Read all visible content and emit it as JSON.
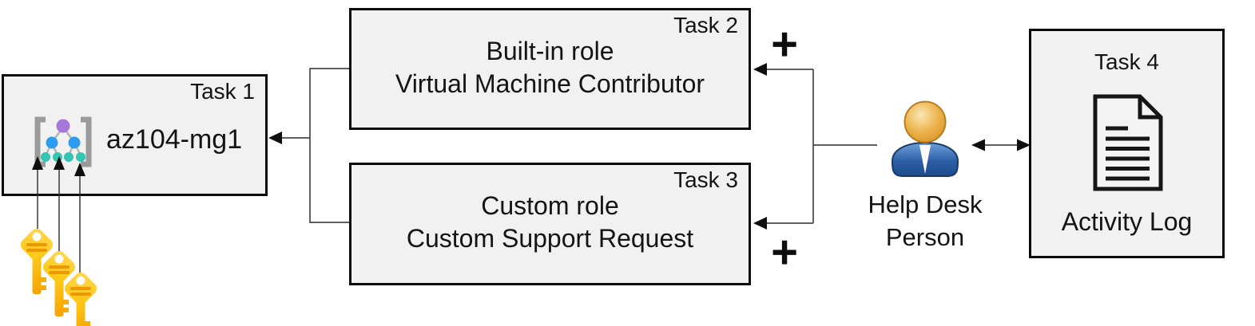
{
  "boxes": {
    "task1": {
      "label": "Task 1",
      "name": "az104-mg1"
    },
    "task2": {
      "label": "Task 2",
      "role_type": "Built-in role",
      "role_name": "Virtual Machine Contributor"
    },
    "task3": {
      "label": "Task 3",
      "role_type": "Custom role",
      "role_name": "Custom Support Request"
    },
    "task4": {
      "label": "Task 4",
      "caption": "Activity Log"
    }
  },
  "person": {
    "line1": "Help Desk",
    "line2": "Person"
  },
  "symbols": {
    "plus_top": "+",
    "plus_bottom": "+"
  },
  "icons": {
    "task1_icon": "management-group-icon",
    "task4_icon": "activity-log-document-icon",
    "person_icon": "help-desk-person-icon",
    "keys_icon": "access-keys-icon"
  },
  "colors": {
    "box_fill": "#F1F1F1",
    "box_border": "#0A0A0A",
    "connector": "#474747",
    "arrowhead": "#0F0F0F",
    "key_gold": "#FFC819",
    "key_stripe": "#EC9800",
    "person_body_blue": "#2C5FA6",
    "person_head_gold": "#EDB44E",
    "mg_purple": "#A678DA",
    "mg_blue": "#2E9CEE",
    "mg_teal": "#35C6B2",
    "mg_bracket": "#9A9A9A"
  }
}
